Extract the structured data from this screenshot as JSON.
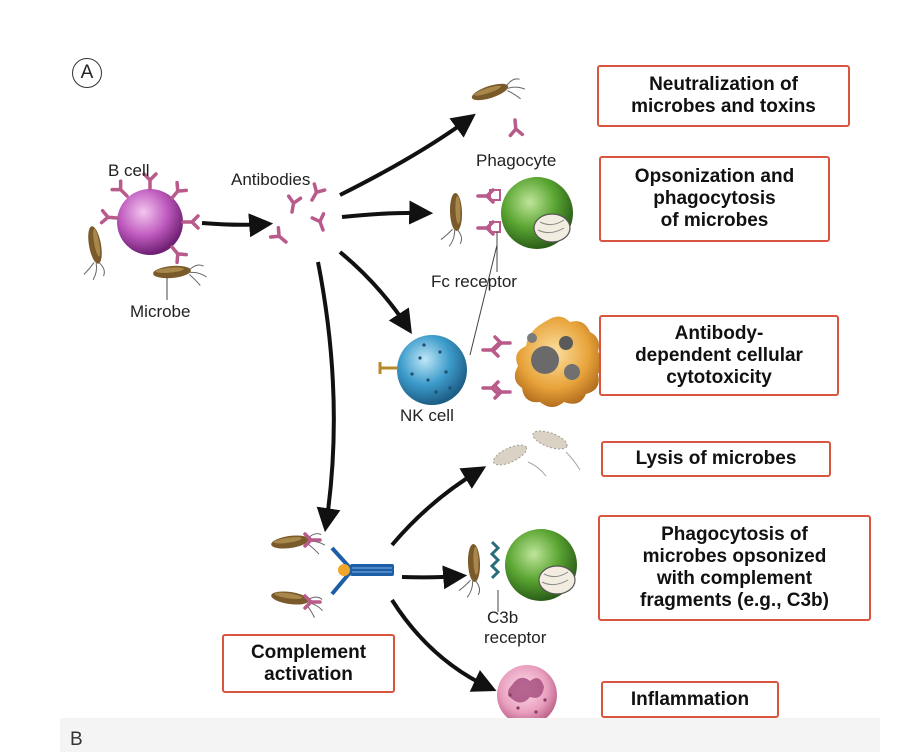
{
  "panel_letter": "A",
  "next_panel_letter": "B",
  "labels": {
    "b_cell": "B cell",
    "microbe": "Microbe",
    "antibodies": "Antibodies",
    "phagocyte": "Phagocyte",
    "fc_receptor": "Fc receptor",
    "nk_cell": "NK cell",
    "c3b_receptor_line1": "C3b",
    "c3b_receptor_line2": "receptor"
  },
  "outcomes": {
    "neutralization": "Neutralization of\nmicrobes and toxins",
    "opsonization": "Opsonization and\nphagocytosis\nof microbes",
    "adcc": "Antibody-\ndependent cellular\ncytotoxicity",
    "lysis": "Lysis of microbes",
    "complement_phagocytosis": "Phagocytosis of\nmicrobes opsonized\nwith complement\nfragments (e.g., C3b)",
    "inflammation": "Inflammation",
    "complement_activation": "Complement\nactivation"
  },
  "colors": {
    "box_border": "#d8553f",
    "antibody": "#b85a8a",
    "b_cell": "#9c3fa0",
    "phagocyte": "#4e9a2e",
    "nk_cell": "#3a90c0",
    "infected_cell": "#e09a2a",
    "microbe": "#7a5a2a",
    "arrow": "#111111",
    "inflammatory_cell": "#e07aa0"
  },
  "icons": [
    "b-cell-icon",
    "microbe-icon",
    "antibody-icon",
    "phagocyte-icon",
    "nk-cell-icon",
    "infected-cell-icon",
    "complement-icon",
    "inflammatory-cell-icon"
  ]
}
